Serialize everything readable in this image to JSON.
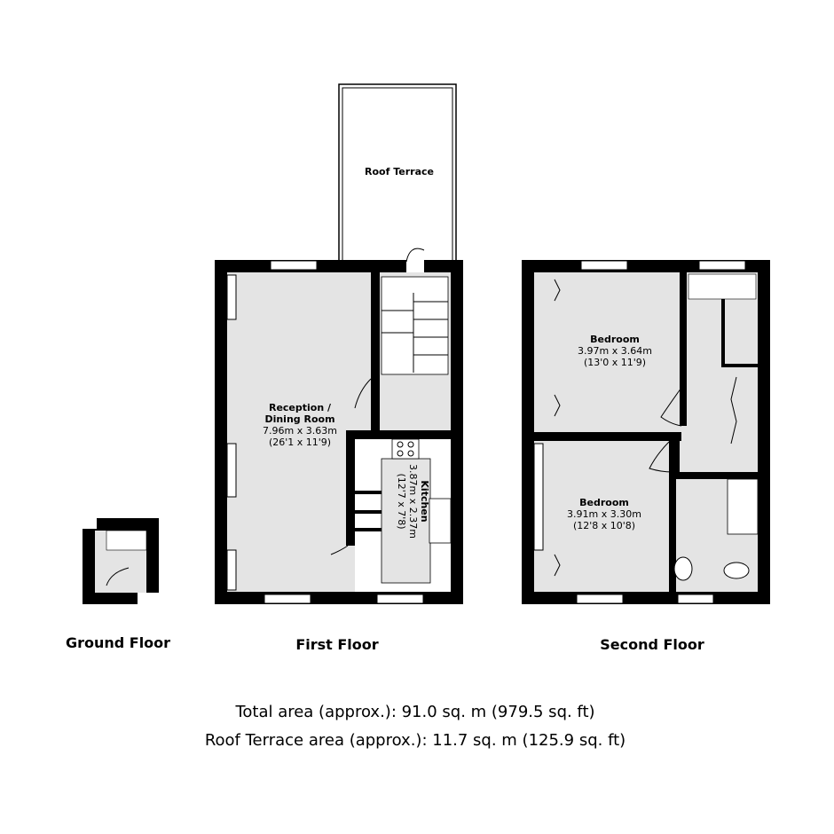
{
  "rooms": {
    "roof_terrace": {
      "name": "Roof Terrace"
    },
    "reception": {
      "name_line1": "Reception /",
      "name_line2": "Dining Room",
      "metric": "7.96m x 3.63m",
      "imperial": "(26'1 x 11'9)"
    },
    "kitchen": {
      "name": "Kitchen",
      "metric": "3.87m x 2.37m",
      "imperial": "(12'7 x 7'8)"
    },
    "bedroom_1": {
      "name": "Bedroom",
      "metric": "3.97m x 3.64m",
      "imperial": "(13'0 x 11'9)"
    },
    "bedroom_2": {
      "name": "Bedroom",
      "metric": "3.91m x 3.30m",
      "imperial": "(12'8 x 10'8)"
    }
  },
  "floors": {
    "ground": "Ground Floor",
    "first": "First Floor",
    "second": "Second Floor"
  },
  "areas": {
    "total": "Total area (approx.): 91.0 sq. m (979.5 sq. ft)",
    "roof_terrace": "Roof Terrace area (approx.): 11.7 sq. m (125.9 sq. ft)"
  }
}
